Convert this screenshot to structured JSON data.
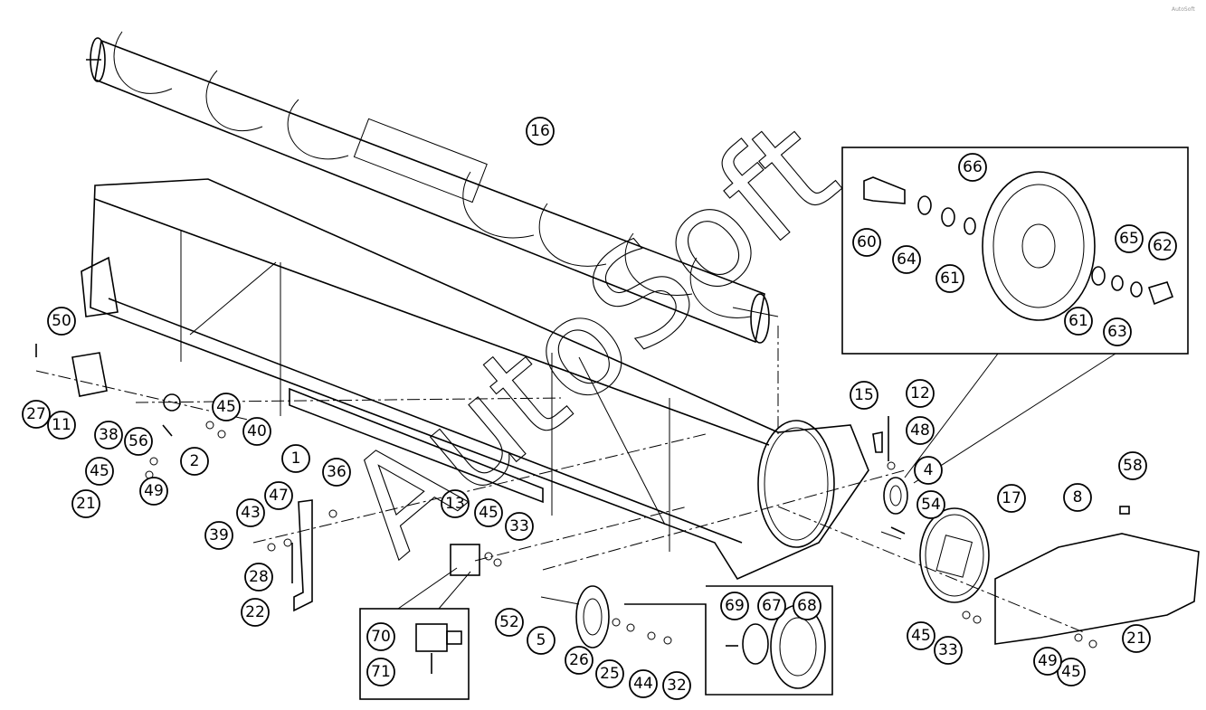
{
  "watermark": "AutoSoft",
  "corner_mark": "AutoSoft",
  "labels": [
    "1",
    "2",
    "4",
    "5",
    "8",
    "11",
    "12",
    "13",
    "15",
    "16",
    "17",
    "21",
    "22",
    "25",
    "26",
    "27",
    "28",
    "32",
    "33",
    "36",
    "38",
    "39",
    "40",
    "43",
    "44",
    "45",
    "47",
    "48",
    "49",
    "50",
    "52",
    "54",
    "56",
    "58",
    "60",
    "61",
    "62",
    "63",
    "64",
    "65",
    "66",
    "67",
    "68",
    "69",
    "70",
    "71"
  ]
}
